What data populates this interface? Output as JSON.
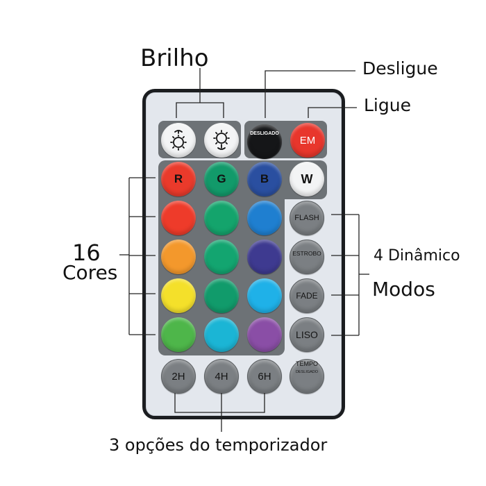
{
  "annotations": {
    "brightness": "Brilho",
    "turn_off": "Desligue",
    "turn_on": "Ligue",
    "colors_number": "16",
    "colors_word": "Cores",
    "dynamic_line1": "4 Dinâmico",
    "dynamic_line2": "Modos",
    "timer": "3 opções do temporizador"
  },
  "remote": {
    "top_row": {
      "brightness_up": {
        "icon": "brightness-up-icon"
      },
      "brightness_down": {
        "icon": "brightness-down-icon"
      },
      "off": {
        "label": "DESLIGADO",
        "color": "#151618"
      },
      "on": {
        "label": "EM",
        "color": "#e8362c"
      }
    },
    "color_grid": [
      [
        {
          "label": "R",
          "color": "#ea3a2b"
        },
        {
          "label": "G",
          "color": "#129a6a"
        },
        {
          "label": "B",
          "color": "#2a4fa0"
        }
      ],
      [
        {
          "label": "",
          "color": "#ee3b2a"
        },
        {
          "label": "",
          "color": "#14a46c"
        },
        {
          "label": "",
          "color": "#1f7fd0"
        }
      ],
      [
        {
          "label": "",
          "color": "#f3982c"
        },
        {
          "label": "",
          "color": "#13a570"
        },
        {
          "label": "",
          "color": "#3e3a90"
        }
      ],
      [
        {
          "label": "",
          "color": "#f4e02a"
        },
        {
          "label": "",
          "color": "#119b6b"
        },
        {
          "label": "",
          "color": "#1fb1e8"
        }
      ],
      [
        {
          "label": "",
          "color": "#4eb64a"
        },
        {
          "label": "",
          "color": "#1bb5d5"
        },
        {
          "label": "",
          "color": "#8a4ea6"
        }
      ]
    ],
    "white_button": {
      "label": "W",
      "color": "#f3f4f5"
    },
    "mode_buttons": [
      {
        "label": "FLASH"
      },
      {
        "label": "ESTROBO"
      },
      {
        "label": "FADE"
      },
      {
        "label": "LISO"
      }
    ],
    "timer_buttons": [
      {
        "label": "2H"
      },
      {
        "label": "4H"
      },
      {
        "label": "6H"
      }
    ],
    "timer_off": {
      "line1": "TEMPO",
      "line2": "DESLIGADO"
    }
  },
  "colors": {
    "body_border": "#1b1d20",
    "body_fill": "#e3e7ed",
    "panel": "#6d7276",
    "gray_button": "#7b7f83"
  }
}
